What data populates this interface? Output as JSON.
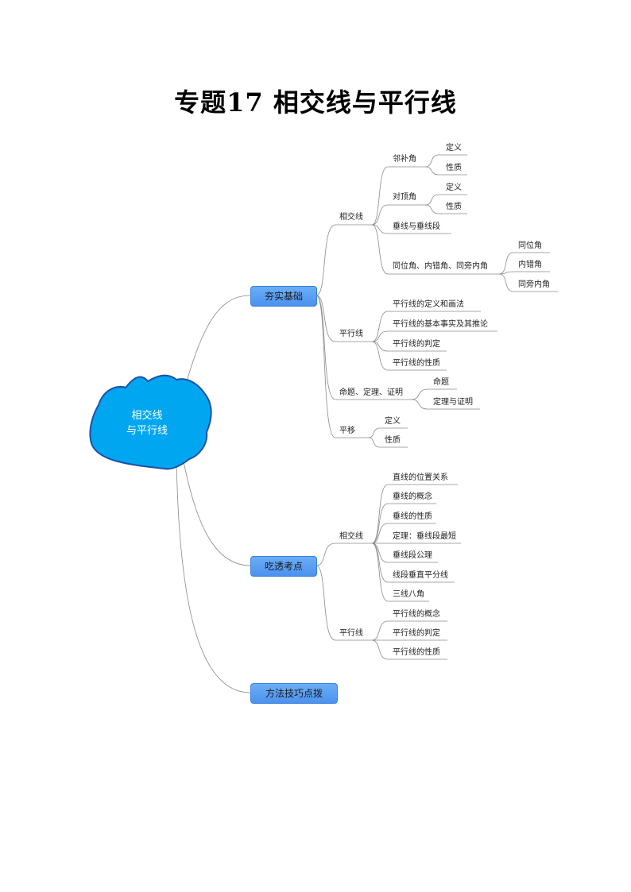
{
  "title": "专题17  相交线与平行线",
  "root": {
    "line1": "相交线",
    "line2": "与平行线"
  },
  "b1": {
    "label": "夯实基础",
    "xj": {
      "label": "相交线",
      "lb": {
        "label": "邻补角",
        "c1": "定义",
        "c2": "性质"
      },
      "dd": {
        "label": "对顶角",
        "c1": "定义",
        "c2": "性质"
      },
      "cx": "垂线与垂线段",
      "tw": {
        "label": "同位角、内错角、同旁内角",
        "c1": "同位角",
        "c2": "内错角",
        "c3": "同旁内角"
      }
    },
    "px": {
      "label": "平行线",
      "c1": "平行线的定义和画法",
      "c2": "平行线的基本事实及其推论",
      "c3": "平行线的判定",
      "c4": "平行线的性质"
    },
    "mt": {
      "label": "命题、定理、证明",
      "c1": "命题",
      "c2": "定理与证明"
    },
    "py": {
      "label": "平移",
      "c1": "定义",
      "c2": "性质"
    }
  },
  "b2": {
    "label": "吃透考点",
    "xj": {
      "label": "相交线",
      "c1": "直线的位置关系",
      "c2": "垂线的概念",
      "c3": "垂线的性质",
      "c4": "定理：垂线段最短",
      "c5": "垂线段公理",
      "c6": "线段垂直平分线",
      "c7": "三线八角"
    },
    "px": {
      "label": "平行线",
      "c1": "平行线的概念",
      "c2": "平行线的判定",
      "c3": "平行线的性质"
    }
  },
  "b3": {
    "label": "方法技巧点拨"
  },
  "colors": {
    "box": "#5a9ff3",
    "root": "#00a6ef",
    "rootBorder": "#1f4fa8",
    "line": "#8a8a8a"
  }
}
